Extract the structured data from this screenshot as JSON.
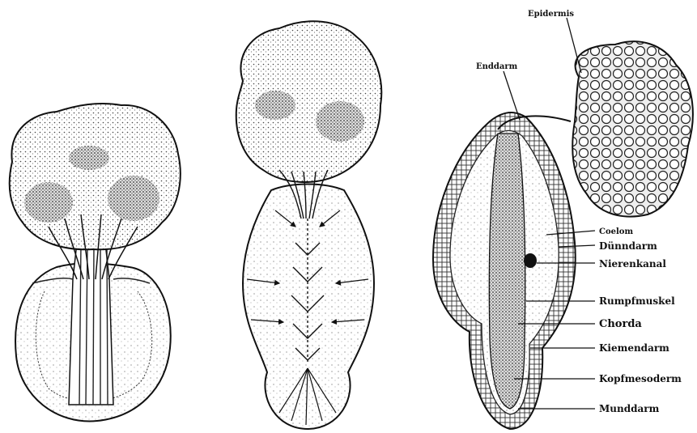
{
  "labels": {
    "epidermis": "Epidermis",
    "enddarm": "Enddarm",
    "coelom": "Coelom",
    "duenndarm": "Dünndarm",
    "nierenkanal": "Nierenkanal",
    "rumpfmuskel": "Rumpfmuskel",
    "chorda": "Chorda",
    "kiemendarm": "Kiemendarm",
    "kopfmesoderm": "Kopfmesoderm",
    "munddarm": "Munddarm"
  },
  "figures": [
    {
      "name": "exogastrula-early"
    },
    {
      "name": "exogastrula-elongated"
    },
    {
      "name": "exogastrula-sectioned"
    }
  ],
  "colors": {
    "ink": "#111111",
    "paper": "#ffffff",
    "stipple": "#555555"
  }
}
